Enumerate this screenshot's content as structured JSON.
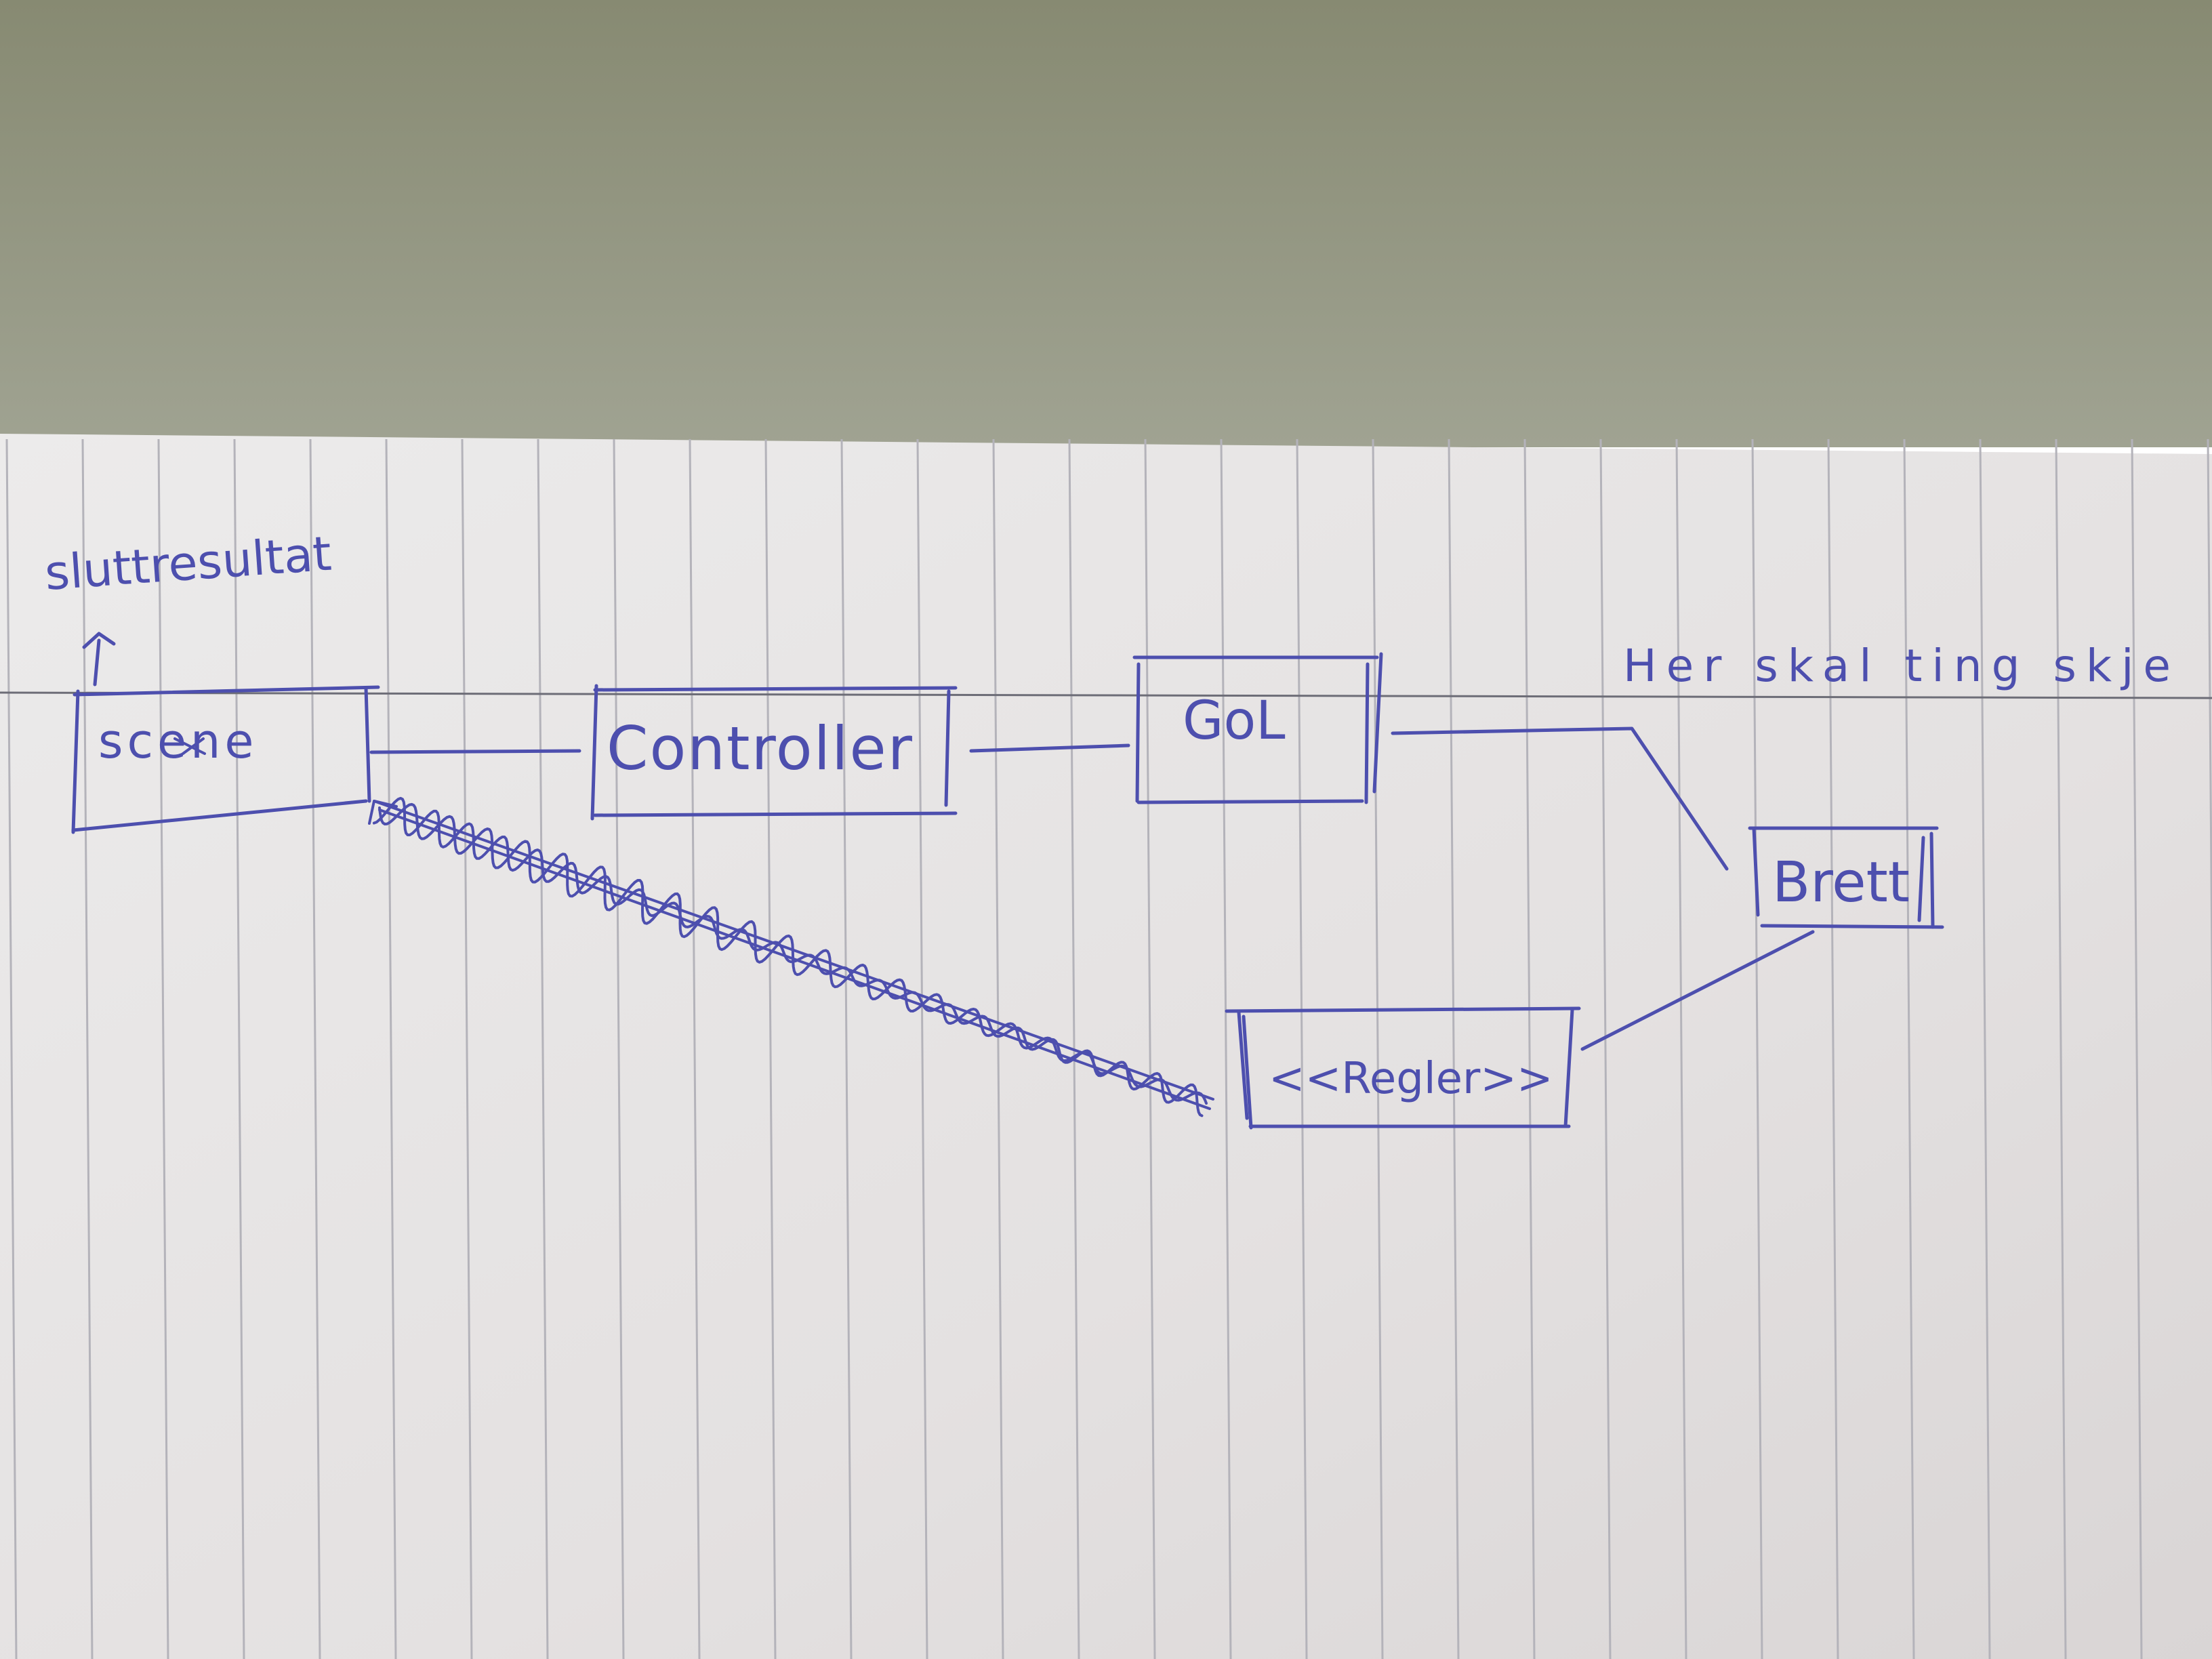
{
  "colors": {
    "background_top": "#8b8e76",
    "background_bottom": "#9ea190",
    "paper": "#e9e6e6",
    "ruled_line": "#b9b8bf",
    "ink": "#4d4fae"
  },
  "annotations": {
    "top_left": "sluttresultat",
    "top_right": "Her skal ting skje"
  },
  "nodes": {
    "scene": "scene",
    "controller": "Controller",
    "gol": "GoL",
    "brett": "Brett",
    "regler": "<<Regler>>"
  },
  "connectors": [
    {
      "from": "scene",
      "to": "controller",
      "style": "line"
    },
    {
      "from": "controller",
      "to": "gol",
      "style": "line"
    },
    {
      "from": "gol",
      "to": "brett",
      "style": "line"
    },
    {
      "from": "brett",
      "to": "regler",
      "style": "line"
    },
    {
      "from": "regler",
      "to": "scene",
      "style": "zigzag-arrow"
    }
  ]
}
